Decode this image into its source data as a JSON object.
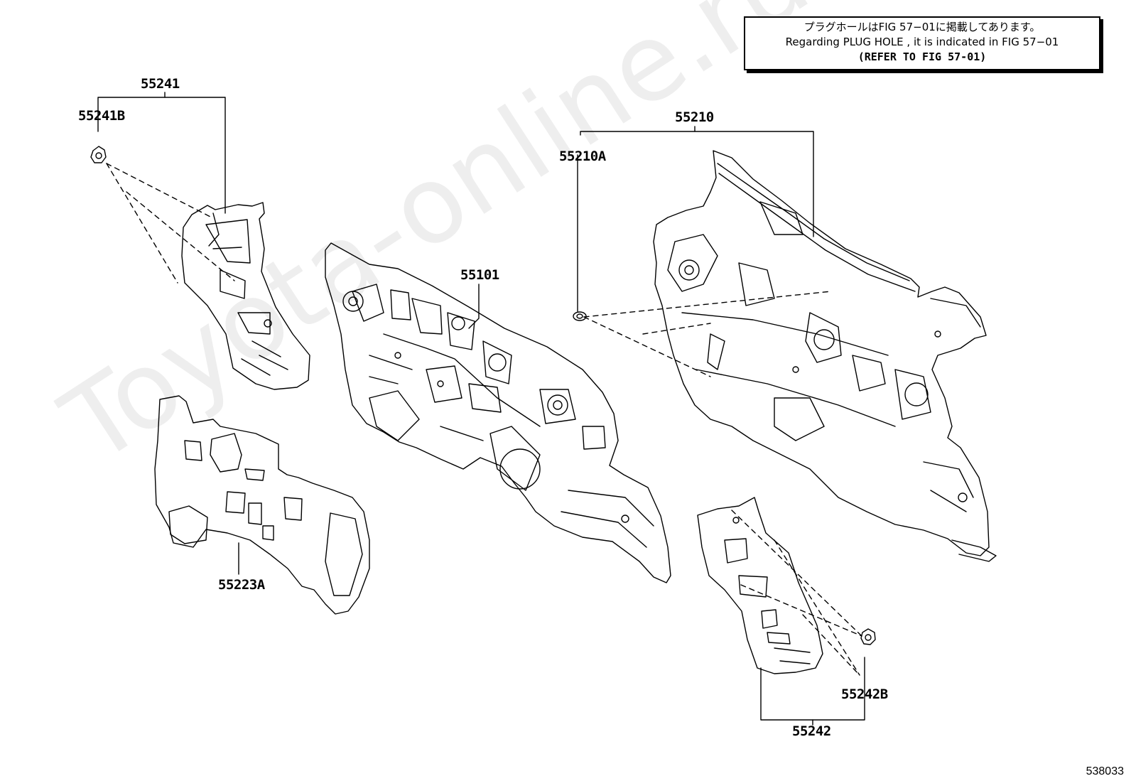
{
  "note": {
    "line1": "プラグホールはFIG 57−01に掲載してあります。",
    "line2": "Regarding PLUG HOLE , it is indicated in FIG 57−01",
    "line3": "(REFER TO FIG 57-01)"
  },
  "part_numbers": {
    "p55241": "55241",
    "p55241b": "55241B",
    "p55210": "55210",
    "p55210a": "55210A",
    "p55101": "55101",
    "p55223a": "55223A",
    "p55242": "55242",
    "p55242b": "55242B"
  },
  "figure_id": "538033",
  "watermark": "Toyota-online.ru"
}
